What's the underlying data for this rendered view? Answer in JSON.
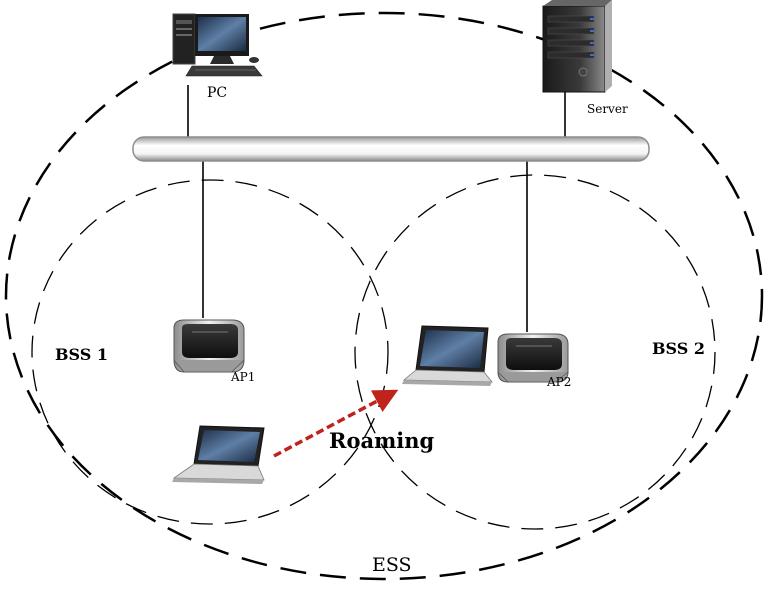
{
  "labels": {
    "pc": "PC",
    "server": "Server",
    "ap1": "AP1",
    "ap2": "AP2",
    "bss1": "BSS 1",
    "bss2": "BSS 2",
    "roaming": "Roaming",
    "ess": "ESS"
  },
  "colors": {
    "outline": "#000000",
    "backbone": "#bdbdbd",
    "roaming_arrow": "#c0221c"
  },
  "icons": [
    "desktop-pc-icon",
    "server-tower-icon",
    "wireless-router-icon",
    "laptop-icon"
  ]
}
